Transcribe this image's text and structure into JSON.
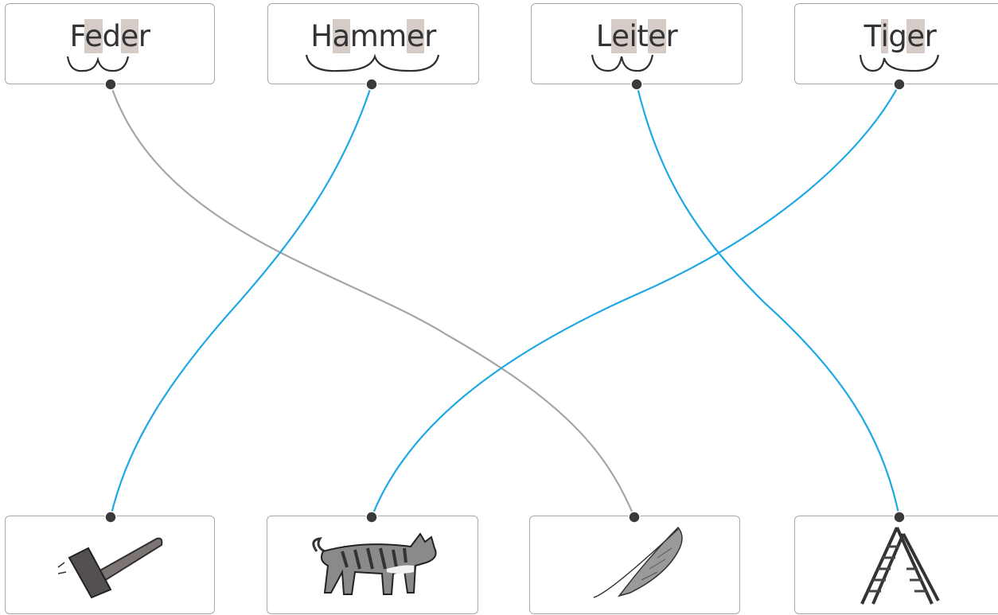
{
  "words": [
    {
      "id": "feder",
      "label": "Feder",
      "parts": [
        [
          "F",
          ""
        ],
        [
          "e",
          "hl"
        ],
        [
          "d",
          ""
        ],
        [
          "e",
          "hl"
        ],
        [
          "r",
          ""
        ]
      ]
    },
    {
      "id": "hammer",
      "label": "Hammer",
      "parts": [
        [
          "H",
          ""
        ],
        [
          "a",
          "hl"
        ],
        [
          "mm",
          ""
        ],
        [
          "e",
          "hl"
        ],
        [
          "r",
          ""
        ]
      ]
    },
    {
      "id": "leiter",
      "label": "Leiter",
      "parts": [
        [
          "L",
          ""
        ],
        [
          "ei",
          "hl"
        ],
        [
          "t",
          ""
        ],
        [
          "e",
          "hl"
        ],
        [
          "r",
          ""
        ]
      ]
    },
    {
      "id": "tiger",
      "label": "Tiger",
      "parts": [
        [
          "T",
          ""
        ],
        [
          "i",
          "hl"
        ],
        [
          "g",
          ""
        ],
        [
          "e",
          "hl"
        ],
        [
          "r",
          ""
        ]
      ]
    }
  ],
  "pictures": [
    {
      "id": "hammer",
      "icon": "hammer-icon"
    },
    {
      "id": "cat",
      "icon": "cat-icon"
    },
    {
      "id": "feather",
      "icon": "feather-icon"
    },
    {
      "id": "ladder",
      "icon": "ladder-icon"
    }
  ],
  "connections": [
    {
      "from": "feder",
      "to": "feather",
      "color": "#a6a6a6"
    },
    {
      "from": "hammer",
      "to": "hammer",
      "color": "#1ea8e6"
    },
    {
      "from": "leiter",
      "to": "ladder",
      "color": "#1ea8e6"
    },
    {
      "from": "tiger",
      "to": "cat",
      "color": "#1ea8e6"
    }
  ],
  "colors": {
    "correct": "#1ea8e6",
    "neutral": "#a6a6a6",
    "highlight": "#d5ccc8",
    "dot": "#3a3a3a"
  }
}
